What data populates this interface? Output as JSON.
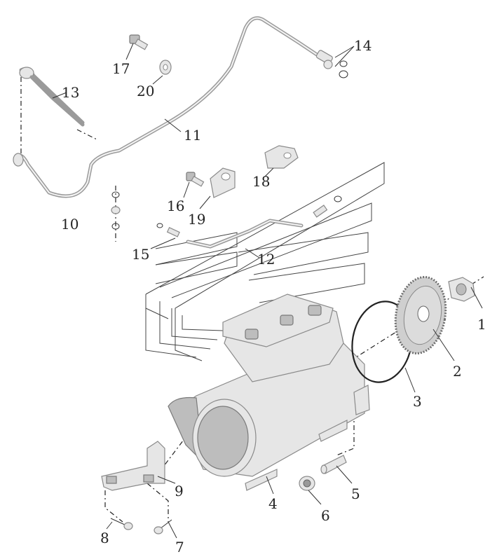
{
  "diagram": {
    "labels": [
      {
        "id": "l1",
        "text": "1"
      },
      {
        "id": "l2",
        "text": "2"
      },
      {
        "id": "l3",
        "text": "3"
      },
      {
        "id": "l4",
        "text": "4"
      },
      {
        "id": "l5",
        "text": "5"
      },
      {
        "id": "l6",
        "text": "6"
      },
      {
        "id": "l7",
        "text": "7"
      },
      {
        "id": "l8",
        "text": "8"
      },
      {
        "id": "l9",
        "text": "9"
      },
      {
        "id": "l10",
        "text": "10"
      },
      {
        "id": "l11",
        "text": "11"
      },
      {
        "id": "l12",
        "text": "12"
      },
      {
        "id": "l13",
        "text": "13"
      },
      {
        "id": "l14",
        "text": "14"
      },
      {
        "id": "l15",
        "text": "15"
      },
      {
        "id": "l16",
        "text": "16"
      },
      {
        "id": "l17",
        "text": "17"
      },
      {
        "id": "l18",
        "text": "18"
      },
      {
        "id": "l19",
        "text": "19"
      },
      {
        "id": "l20",
        "text": "20"
      }
    ]
  }
}
